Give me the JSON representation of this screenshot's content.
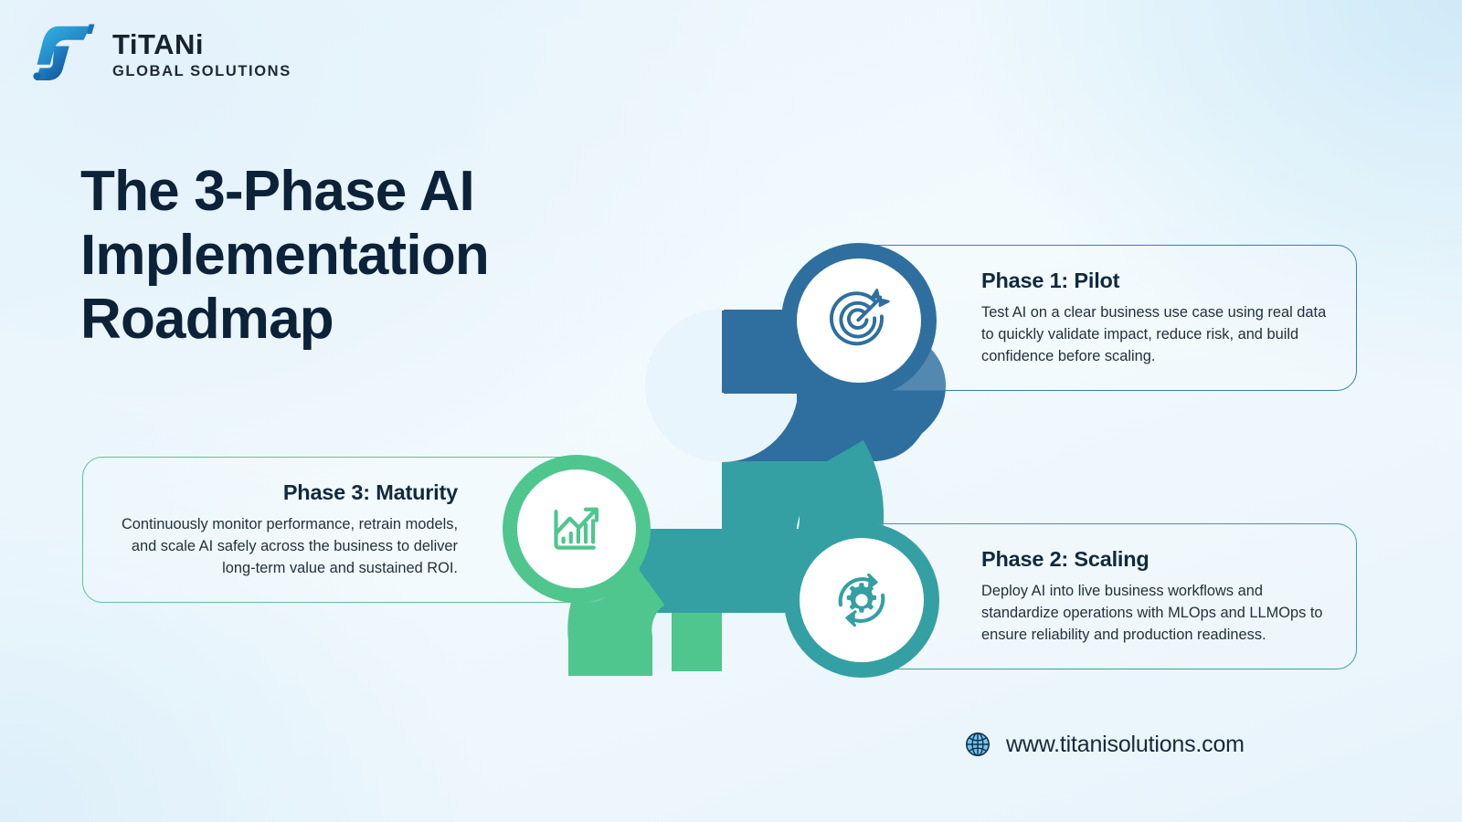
{
  "brand": {
    "name": "TiTANi",
    "tagline": "GLOBAL SOLUTIONS",
    "mark_icon": "titani-logo-mark",
    "primary_blue": "#1b72b8",
    "dark_blue": "#0f4f87"
  },
  "headline": "The 3-Phase AI Implementation Roadmap",
  "colors": {
    "phase1": "#2e6f9f",
    "phase2": "#34a0a3",
    "phase3": "#4fc68e",
    "title_text": "#0b2239",
    "body_text": "#23313d",
    "background_top": "#d3edf9",
    "background_bottom": "#eef7fc"
  },
  "phases": [
    {
      "id": "phase-1",
      "title": "Phase 1: Pilot",
      "description": "Test AI on a clear business use case using real data to quickly validate impact, reduce risk, and build confidence before scaling.",
      "icon": "target-arrow-icon",
      "color": "#2e6f9f",
      "align": "left"
    },
    {
      "id": "phase-2",
      "title": "Phase 2: Scaling",
      "description": "Deploy AI into live business workflows and standardize operations with MLOps and LLMOps to ensure reliability and production readiness.",
      "icon": "gear-refresh-icon",
      "color": "#34a0a3",
      "align": "left"
    },
    {
      "id": "phase-3",
      "title": "Phase 3: Maturity",
      "description": "Continuously monitor performance, retrain models, and scale AI safely across the business to deliver long-term value and sustained ROI.",
      "icon": "growth-chart-icon",
      "color": "#4fc68e",
      "align": "right"
    }
  ],
  "footer": {
    "icon": "globe-icon",
    "url": "www.titanisolutions.com"
  }
}
